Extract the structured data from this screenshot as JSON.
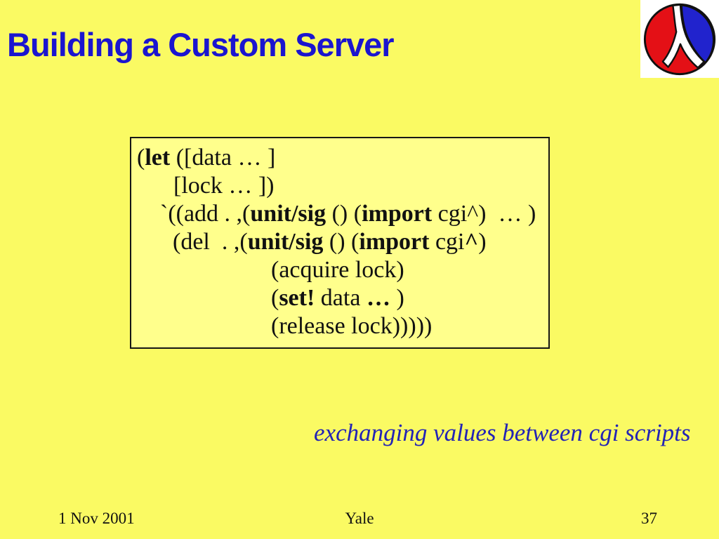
{
  "slide": {
    "title": "Building a Custom Server",
    "caption": "exchanging values between cgi scripts",
    "footer": {
      "date": "1 Nov 2001",
      "center": "Yale",
      "page_number": "37"
    }
  },
  "logo": {
    "name": "plt-scheme-lambda-logo",
    "colors": {
      "red": "#e41016",
      "blue": "#2123cd",
      "outline": "#111111",
      "lambda": "#ffffff",
      "tile": "#ffffff"
    }
  },
  "colors": {
    "slide_background": "#fafa63",
    "title_blue": "#1b15cf",
    "caption_blue": "#2323b6",
    "code_box_background": "#ffff8c",
    "code_box_border": "#161616",
    "code_text": "#111111"
  },
  "code": {
    "lines": [
      {
        "indent": "l1",
        "segments": [
          {
            "t": "("
          },
          {
            "t": "let",
            "bold": true
          },
          {
            "t": " ([data … ]"
          }
        ]
      },
      {
        "indent": "l2",
        "segments": [
          {
            "t": "[lock … ])"
          }
        ]
      },
      {
        "indent": "l3",
        "segments": [
          {
            "t": "`((add . ,("
          },
          {
            "t": "unit/sig",
            "bold": true
          },
          {
            "t": " () ("
          },
          {
            "t": "import",
            "bold": true
          },
          {
            "t": " cgi^)  … )"
          }
        ]
      },
      {
        "indent": "l4",
        "segments": [
          {
            "t": "(del  . ,("
          },
          {
            "t": "unit/sig",
            "bold": true
          },
          {
            "t": " () ("
          },
          {
            "t": "import",
            "bold": true
          },
          {
            "t": " cgi"
          },
          {
            "t": "^",
            "bold": true
          },
          {
            "t": ")"
          }
        ]
      },
      {
        "indent": "deep",
        "segments": [
          {
            "t": "(acquire lock)"
          }
        ]
      },
      {
        "indent": "deep",
        "segments": [
          {
            "t": "("
          },
          {
            "t": "set!",
            "bold": true
          },
          {
            "t": " data "
          },
          {
            "t": "…",
            "bold": true
          },
          {
            "t": " )"
          }
        ]
      },
      {
        "indent": "deep",
        "segments": [
          {
            "t": "(release lock)))))"
          }
        ]
      }
    ]
  }
}
